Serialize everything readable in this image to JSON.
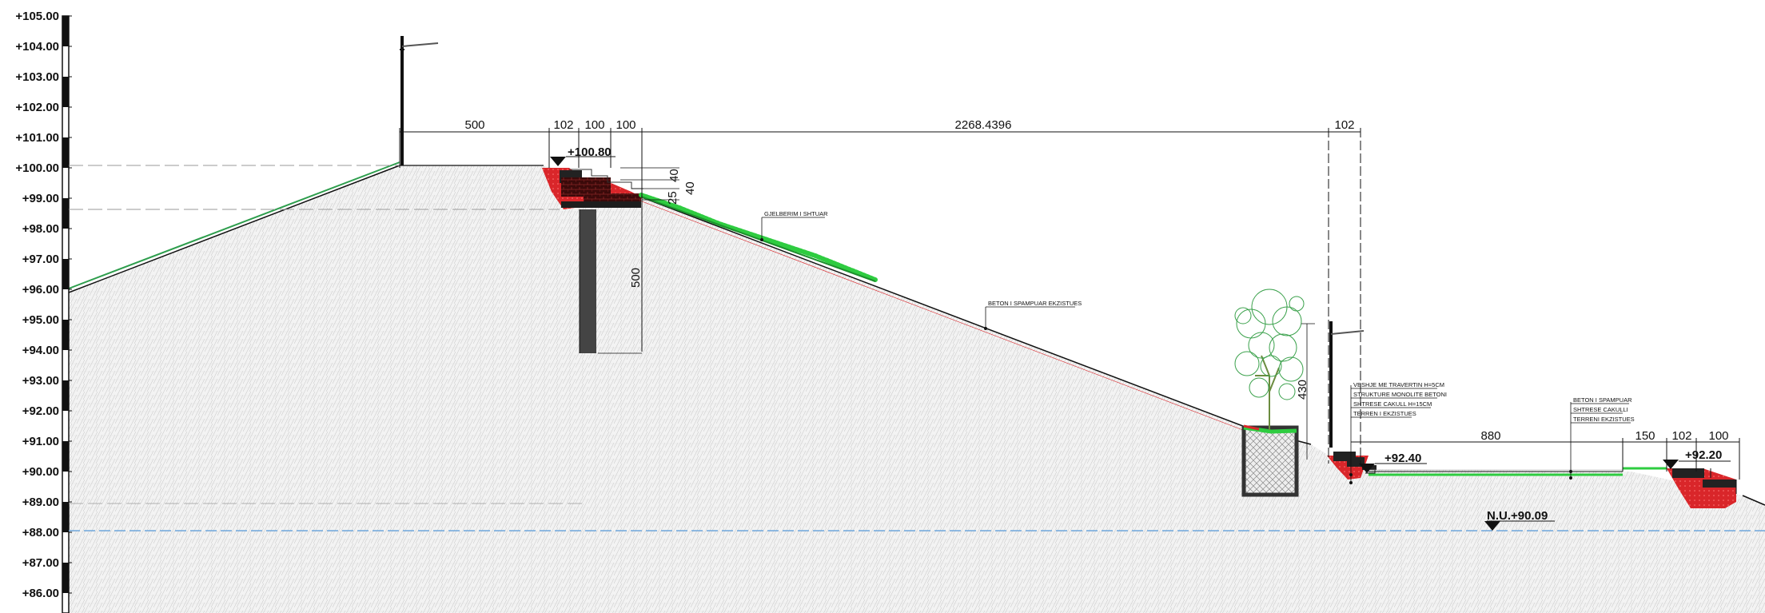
{
  "elevation_scale": {
    "labels": [
      "+105.00",
      "+104.00",
      "+103.00",
      "+102.00",
      "+101.00",
      "+100.00",
      "+99.00",
      "+98.00",
      "+97.00",
      "+96.00",
      "+95.00",
      "+94.00",
      "+93.00",
      "+92.00",
      "+91.00",
      "+90.00",
      "+89.00",
      "+88.00",
      "+87.00",
      "+86.00"
    ]
  },
  "dimensions": {
    "top_500": "500",
    "top_102a": "102",
    "top_100a": "100",
    "top_100b": "100",
    "top_main": "2268.4396",
    "top_102b": "102",
    "step_40a": "40",
    "step_40b": "40",
    "step_25": "25",
    "pile_500": "500",
    "tree_430": "430",
    "right_880": "880",
    "right_150": "150",
    "right_102": "102",
    "right_100": "100"
  },
  "levels": {
    "top": "+100.80",
    "mid": "+92.40",
    "right": "+92.20",
    "water": "N.U.+90.09"
  },
  "annotations": {
    "greenery": "GJELBERIM I SHTUAR",
    "concrete": "BETON I SPAMPUAR EKZISTUES",
    "layers_left": [
      "VESHJE ME TRAVERTIN H=5CM",
      "STRUKTURE MONOLITE BETONI",
      "SHTRESE CAKULL H=15CM",
      "TERREN I EKZISTUES"
    ],
    "layers_right": [
      "BETON I SPAMPUAR",
      "SHTRESE CAKULLI",
      "TERRENI EKZISTUES"
    ]
  },
  "colors": {
    "ground_fill": "#f1f1f1",
    "hatch_stroke": "#c9c9c9",
    "grass": "#2ecc40",
    "red": "#d9262a",
    "dark_brick": "#5a1010",
    "water_line": "#6fa8dc",
    "line": "#111111"
  }
}
